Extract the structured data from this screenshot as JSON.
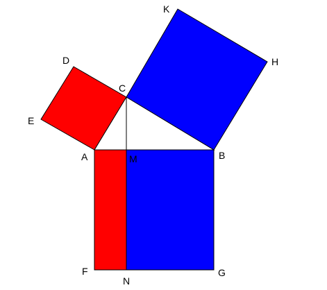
{
  "colors": {
    "red_fill": "#ff0000",
    "blue_fill": "#0000ff",
    "stroke": "#000000",
    "triangle_fill": "#ffffff"
  },
  "labels": {
    "K": "K",
    "H": "H",
    "D": "D",
    "C": "C",
    "E": "E",
    "A": "A",
    "M": "M",
    "B": "B",
    "F": "F",
    "N": "N",
    "G": "G"
  }
}
